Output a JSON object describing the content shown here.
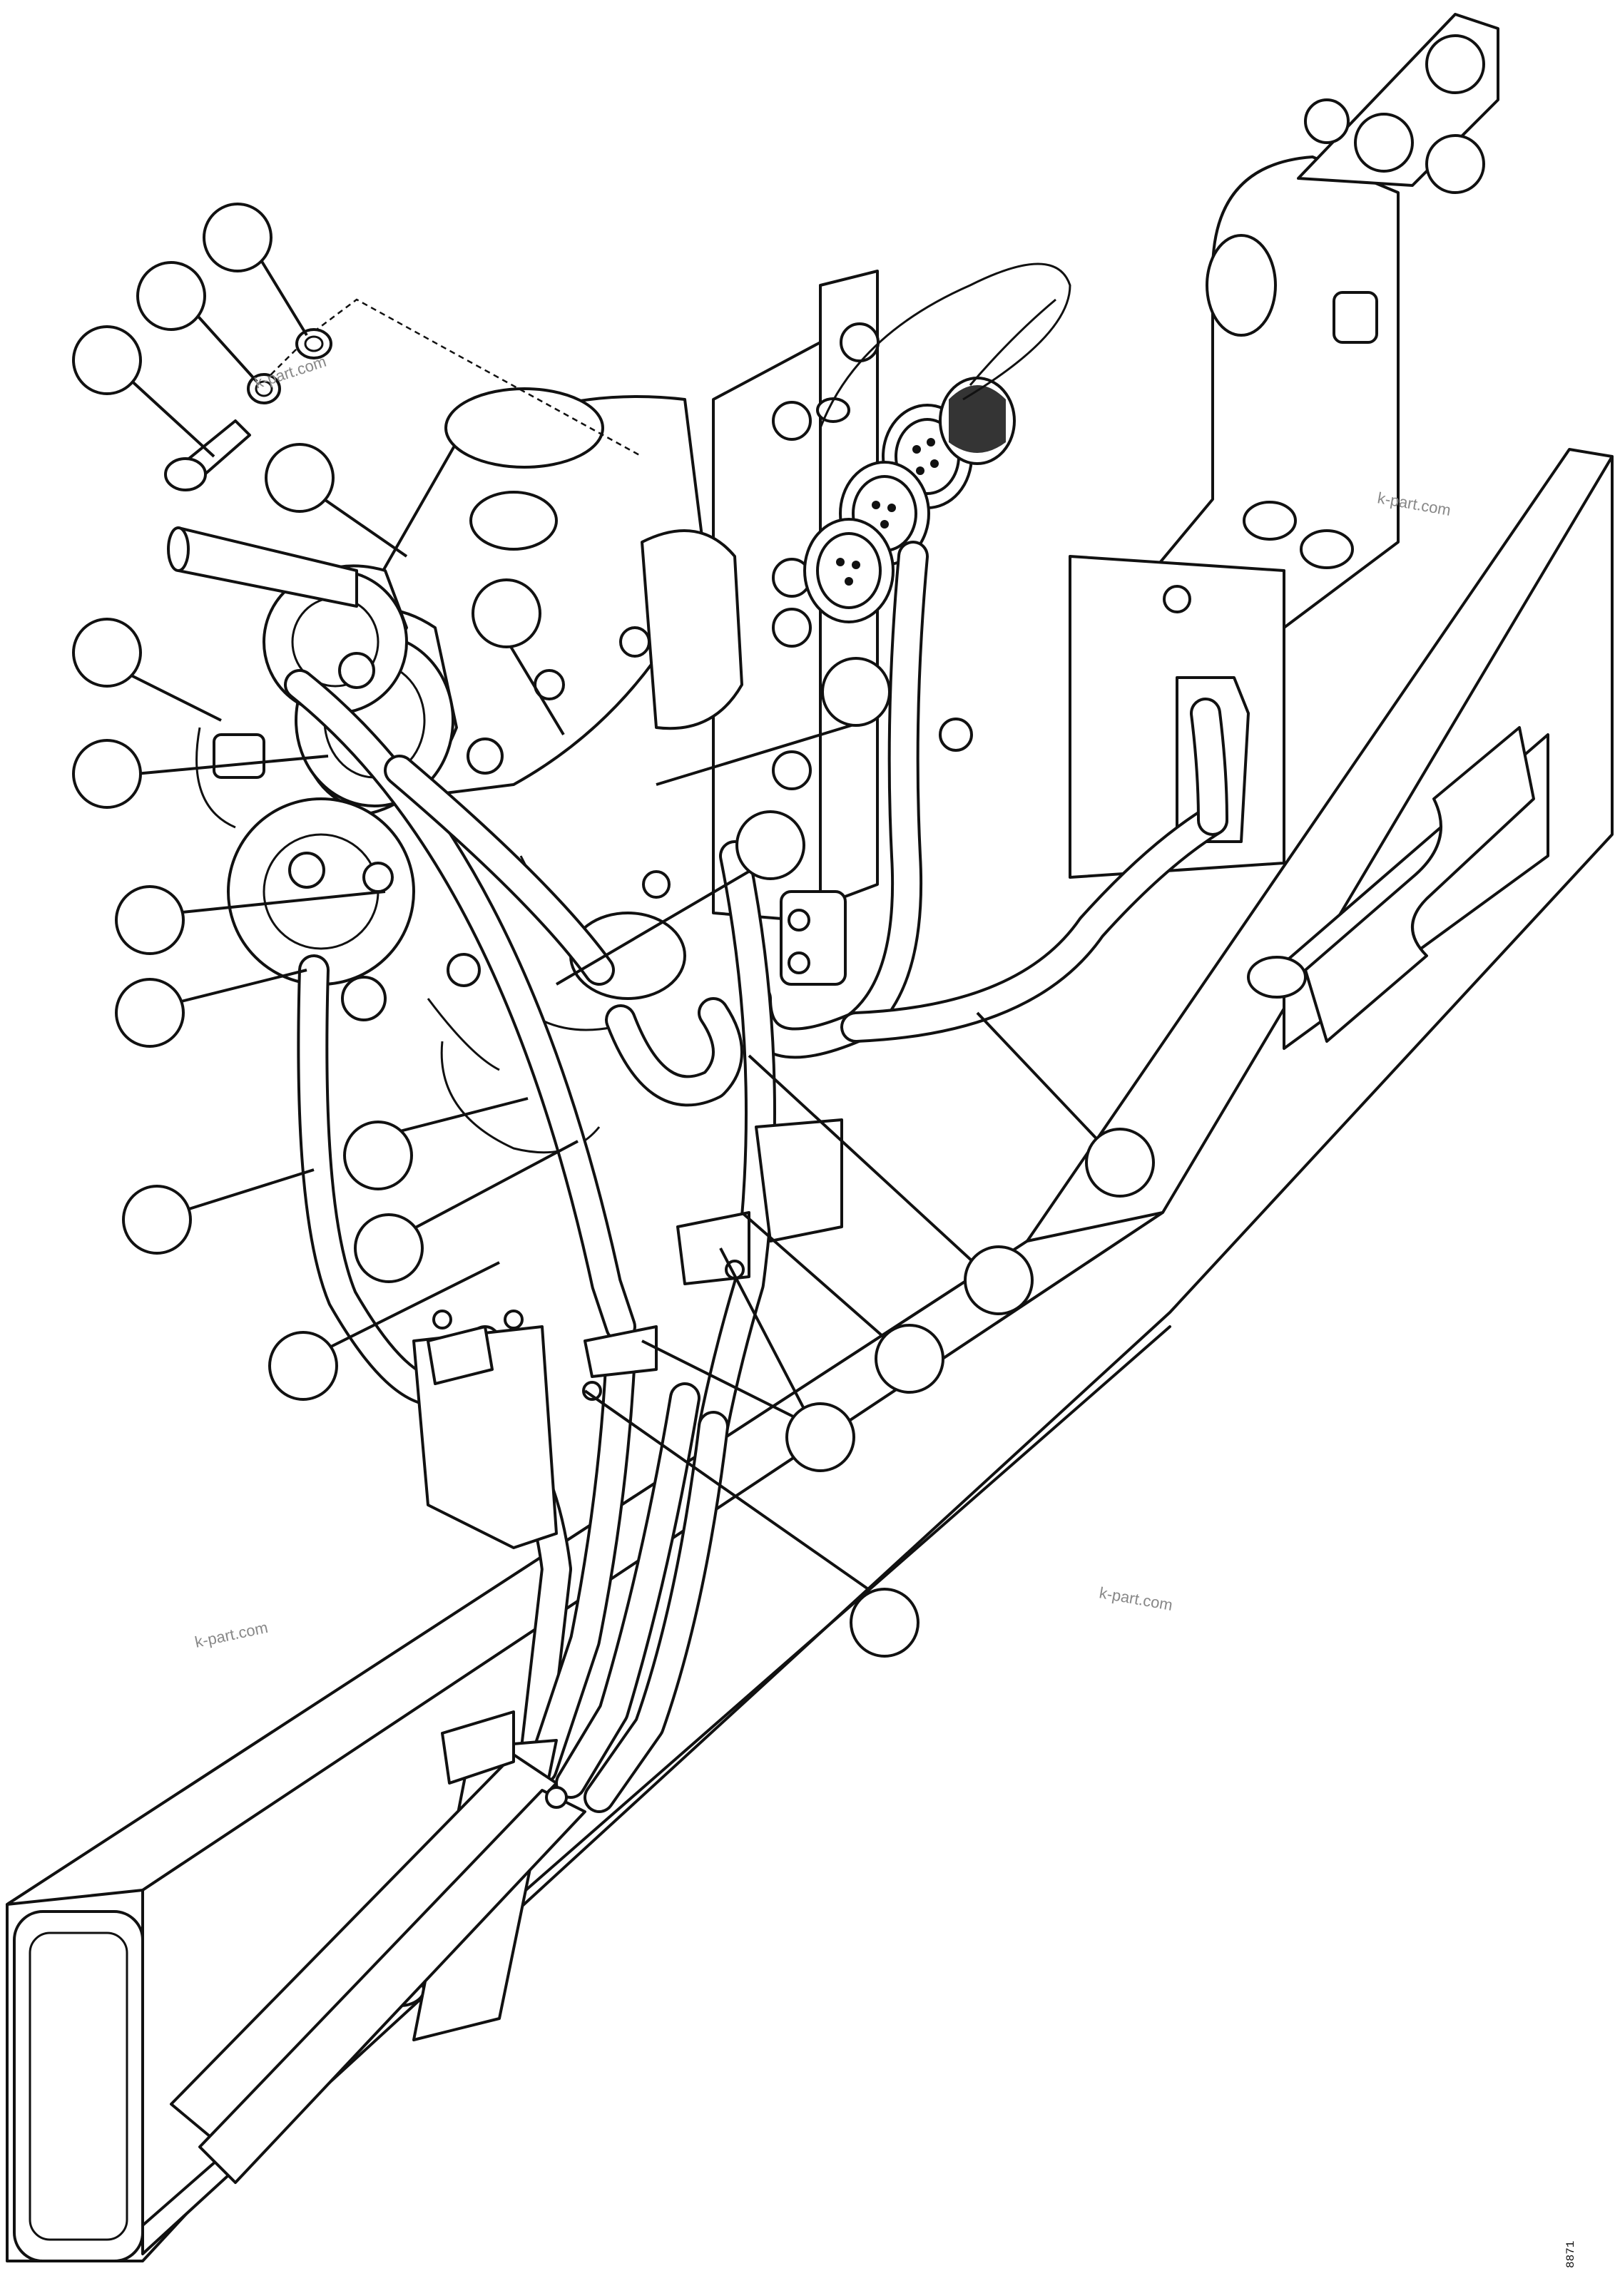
{
  "watermarks": [
    "k-part.com",
    "k-part.com",
    "k-part.com",
    "k-part.com"
  ],
  "figure_code": "8871"
}
